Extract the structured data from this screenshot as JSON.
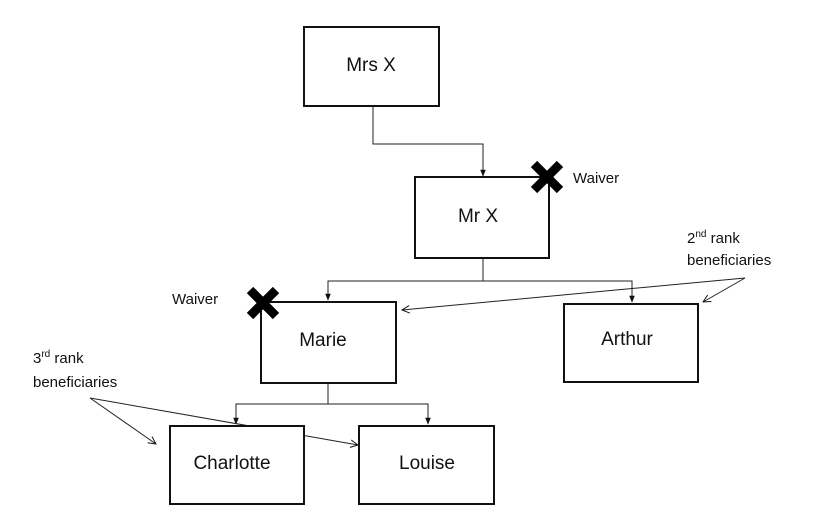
{
  "nodes": {
    "mrs_x": "Mrs X",
    "mr_x": "Mr X",
    "marie": "Marie",
    "arthur": "Arthur",
    "charlotte": "Charlotte",
    "louise": "Louise"
  },
  "waiver": {
    "mr_x": "Waiver",
    "marie": "Waiver"
  },
  "annotations": {
    "second_rank": {
      "ordinal": "2",
      "suffix": "nd",
      "line1_rest": " rank",
      "line2": "beneficiaries"
    },
    "third_rank": {
      "ordinal": "3",
      "suffix": "rd",
      "line1_rest": " rank",
      "line2": "beneficiaries"
    }
  },
  "colors": {
    "line": "#111111",
    "cross": "#000000",
    "background": "#ffffff"
  }
}
